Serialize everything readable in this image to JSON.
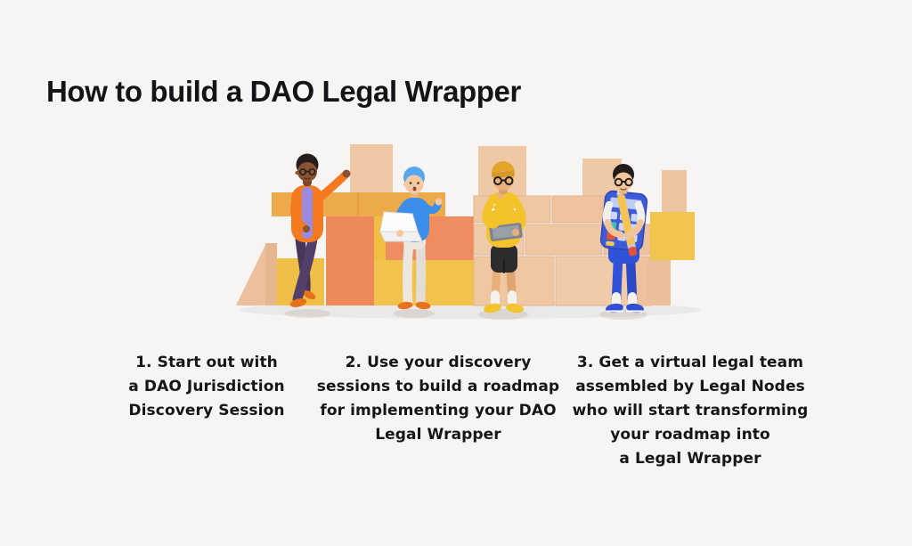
{
  "header": {
    "title": "How to build a DAO Legal Wrapper"
  },
  "illustration": {
    "description": "Four 3D cartoon people assembling a wall of toy building blocks",
    "characters": [
      "man-in-orange-jacket-leaning-on-block-stack",
      "person-with-blue-hair-holding-laptop",
      "man-in-yellow-sweater-thinking-with-tablet",
      "man-in-blue-trousers-holding-calculator-and-pencil"
    ],
    "palette": {
      "background": "#f6f5f3",
      "block_peach": "#efc7a3",
      "block_peach_dark": "#e6b68e",
      "block_yellow": "#f2c34c",
      "block_orange": "#ed8a5a",
      "band_orange_yellow": "#edaa4a",
      "jacket_orange": "#f4791f",
      "shirt_purple": "#9b8be0",
      "pants_purple": "#53406a",
      "top_blue": "#3d8ee8",
      "hair_blue": "#57a7ee",
      "sweater_yellow": "#f4c22a",
      "shorts_black": "#2c2c2e",
      "royal_blue": "#3052d8",
      "calculator_blue": "#3d5bd8",
      "pencil_yellow": "#f2c455",
      "eraser_red": "#e2543a",
      "text": "#141418"
    }
  },
  "steps": [
    {
      "number": "1",
      "lines": [
        "1. Start out with",
        "a DAO Jurisdiction",
        "Discovery Session"
      ]
    },
    {
      "number": "2",
      "lines": [
        "2. Use your discovery",
        "sessions to build a roadmap",
        "for implementing your DAO",
        "Legal Wrapper"
      ]
    },
    {
      "number": "3",
      "lines": [
        "3. Get a virtual legal team",
        "assembled by Legal Nodes",
        "who will start transforming",
        "your roadmap into",
        "a Legal Wrapper"
      ]
    }
  ]
}
